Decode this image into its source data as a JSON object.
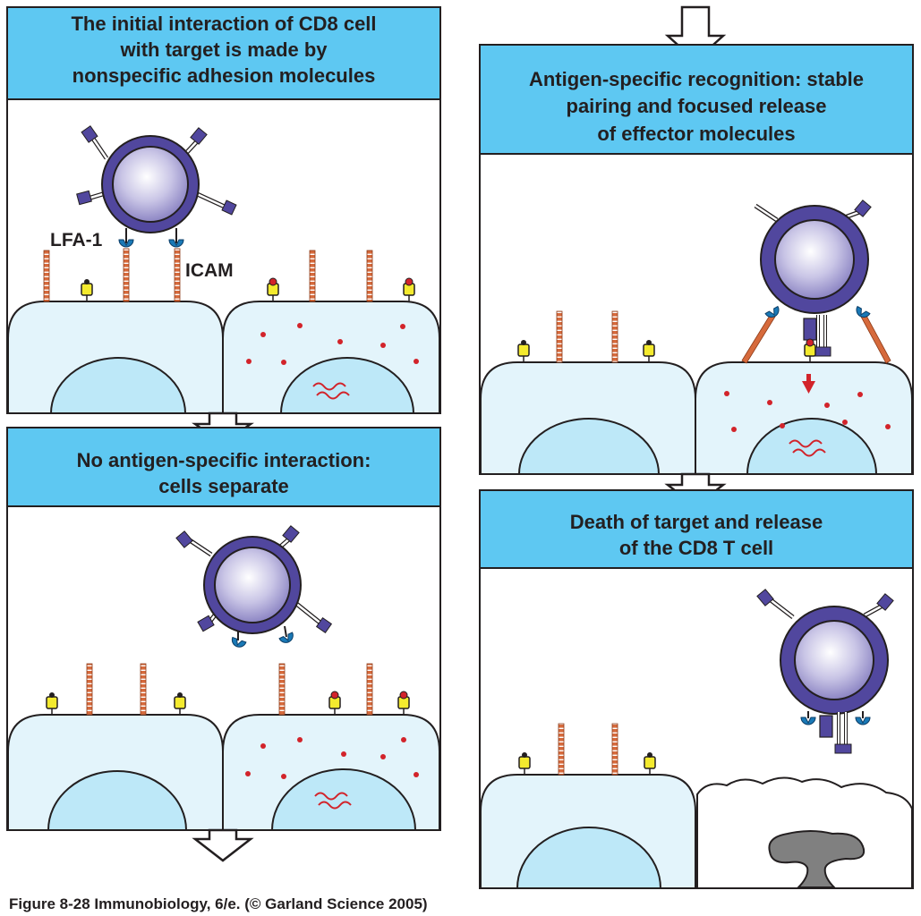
{
  "panels": {
    "p1": {
      "title_lines": [
        "The initial interaction of CD8 cell",
        "with target is made by",
        "nonspecific adhesion molecules"
      ]
    },
    "p2": {
      "title_lines": [
        "No antigen-specific interaction:",
        "cells separate"
      ]
    },
    "p3": {
      "title_lines": [
        "Antigen-specific recognition: stable",
        "pairing and focused release",
        "of effector molecules"
      ]
    },
    "p4": {
      "title_lines": [
        "Death of target and release",
        "of the CD8 T cell"
      ]
    }
  },
  "labels": {
    "lfa1": "LFA-1",
    "icam": "ICAM"
  },
  "caption": "Figure 8-28  Immunobiology, 6/e. (© Garland Science 2005)",
  "colors": {
    "title_bar": "#5ec8f2",
    "cell_fill": "#e3f4fb",
    "nucleus": "#bde8f8",
    "tcell": "#51479e",
    "icam": "#d66a3c",
    "mhc": "#f4ea2e",
    "peptide": "#d2232a",
    "lfa1": "#1a79b6",
    "dead_nucleus": "#808080"
  }
}
